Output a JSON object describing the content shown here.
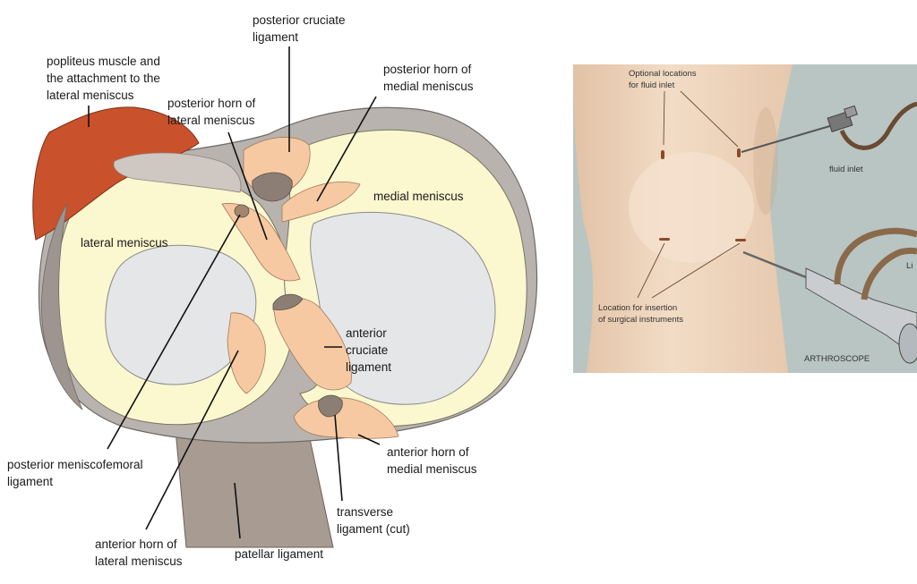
{
  "diagram": {
    "labels": {
      "popliteus": [
        "popliteus muscle and",
        "the attachment to the",
        "lateral meniscus"
      ],
      "pcl": [
        "posterior cruciate",
        "ligament"
      ],
      "post_horn_lateral": [
        "posterior horn of",
        "lateral meniscus"
      ],
      "post_horn_medial": [
        "posterior horn of",
        "medial meniscus"
      ],
      "medial_meniscus": "medial meniscus",
      "lateral_meniscus": "lateral meniscus",
      "acl": [
        "anterior",
        "cruciate",
        "ligament"
      ],
      "post_meniscofemoral": [
        "posterior meniscofemoral",
        "ligament"
      ],
      "ant_horn_medial": [
        "anterior horn of",
        "medial meniscus"
      ],
      "transverse": [
        "transverse",
        "ligament (cut)"
      ],
      "ant_horn_lateral": [
        "anterior horn of",
        "lateral meniscus"
      ],
      "patellar": "patellar ligament"
    },
    "colors": {
      "tibia_rim": "#b8b3ae",
      "meniscus": "#fbf7cf",
      "cartilage": "#e5e6e8",
      "ligament": "#f6c9a2",
      "popliteus": "#c9522c",
      "patellar": "#a89b92"
    }
  },
  "photo": {
    "labels": {
      "fluid_locations": [
        "Optional locations",
        "for  fluid  inlet"
      ],
      "fluid_inlet": "fluid inlet",
      "insertion": [
        "Location for insertion",
        "of surgical instruments"
      ],
      "arthroscope": "ARTHROSCOPE",
      "cut_label": "Li"
    },
    "colors": {
      "background": "#b9c5c3",
      "skin": "#ecd3bb"
    }
  }
}
